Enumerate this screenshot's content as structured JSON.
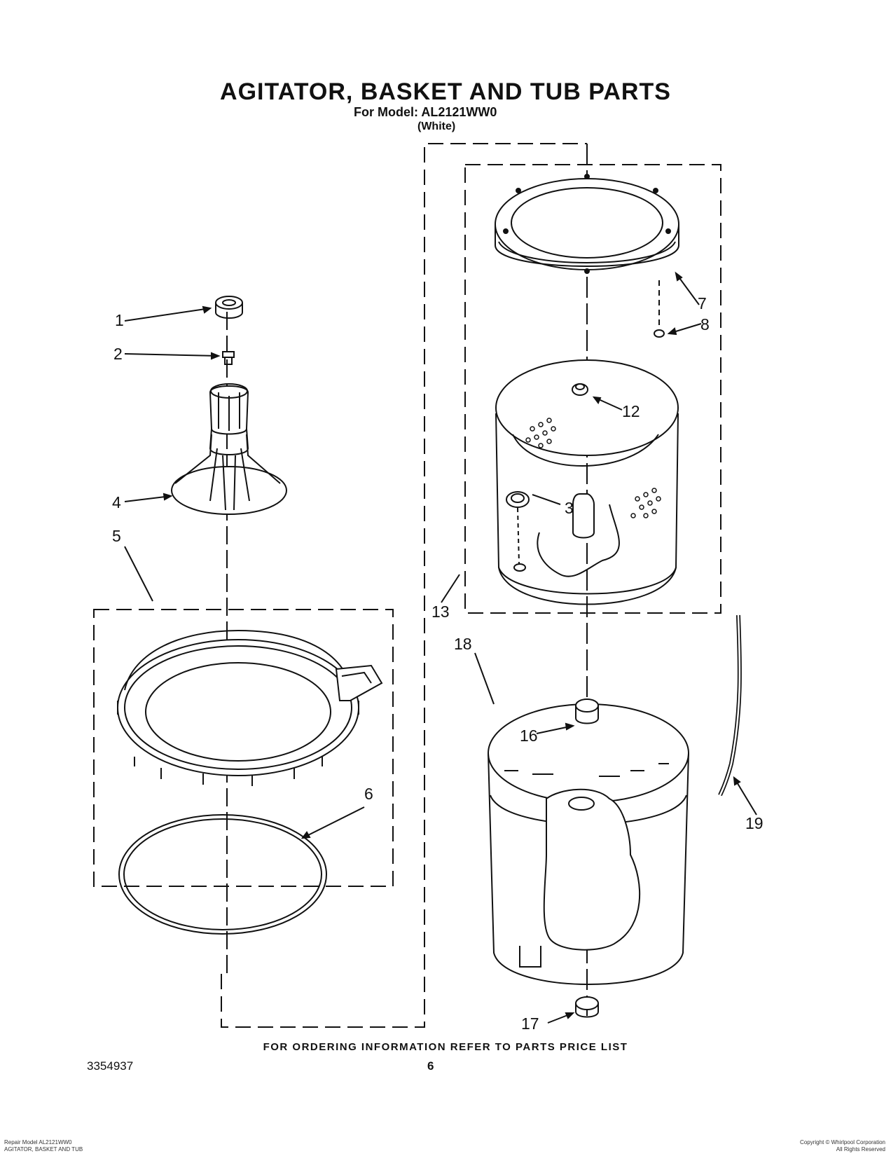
{
  "header": {
    "title": "AGITATOR, BASKET AND TUB PARTS",
    "model_line": "For Model: AL2121WW0",
    "color_line": "(White)"
  },
  "callouts": [
    "1",
    "2",
    "3",
    "4",
    "5",
    "6",
    "7",
    "8",
    "12",
    "13",
    "16",
    "17",
    "18",
    "19"
  ],
  "footer": {
    "order_note": "FOR ORDERING INFORMATION REFER TO PARTS PRICE LIST",
    "doc_number": "3354937",
    "page_number": "6",
    "left_line_1": "Repair Model AL2121WW0",
    "left_line_2": "AGITATOR, BASKET AND TUB",
    "right_line_1": "Copyright © Whirlpool Corporation",
    "right_line_2": "All Rights Reserved"
  }
}
